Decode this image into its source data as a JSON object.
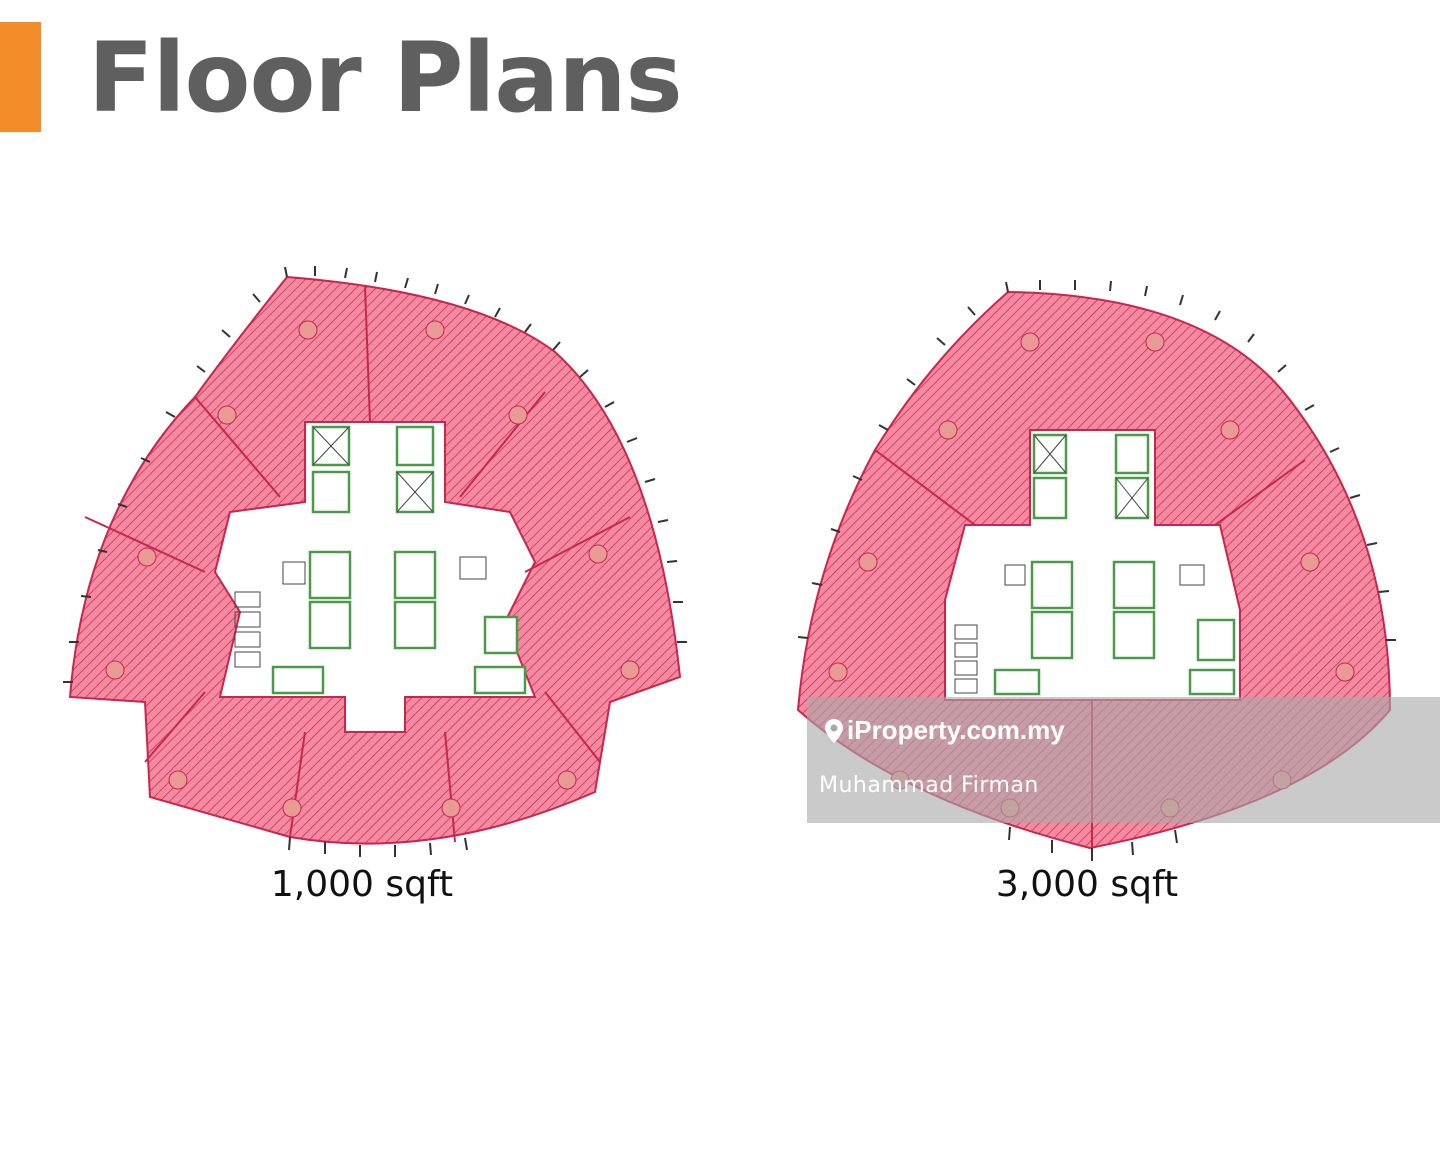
{
  "header": {
    "title": "Floor Plans",
    "accent_color": "#f28c28"
  },
  "plans": [
    {
      "area_label": "1,000 sqft"
    },
    {
      "area_label": "3,000 sqft"
    }
  ],
  "watermark": {
    "brand": "iProperty.com.my",
    "agent": "Muhammad Firman",
    "icon": "location-pin-icon"
  },
  "colors": {
    "unit_fill": "#f07c96",
    "unit_outline": "#c8264a",
    "core_outline": "#4a9a4a"
  }
}
